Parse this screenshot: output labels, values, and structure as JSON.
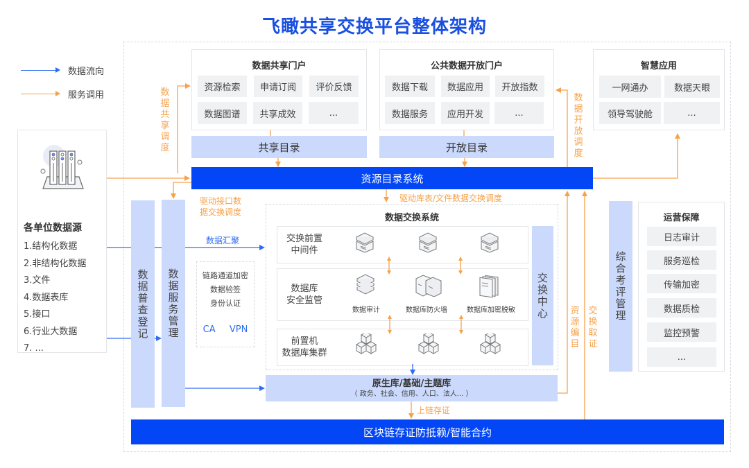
{
  "title": "飞瞰共享交换平台整体架构",
  "colors": {
    "primary_blue": "#0346f5",
    "light_blue": "#cad9fc",
    "orange": "#f7a24a",
    "flow_blue": "#2e6cf0",
    "cell_gray": "#f0f1f3"
  },
  "legend": {
    "items": [
      {
        "label": "数据流向",
        "color": "#2e6cf0"
      },
      {
        "label": "服务调用",
        "color": "#f7a24a"
      }
    ]
  },
  "sources": {
    "icon": "server-rack-icon",
    "title": "各单位数据源",
    "items": [
      "1.结构化数据",
      "2.非结构化数据",
      "3.文件",
      "4.数据表库",
      "5.接口",
      "6.行业大数据",
      "7. ..."
    ]
  },
  "share_portal": {
    "title": "数据共享门户",
    "cells": [
      "资源检索",
      "申请订阅",
      "评价反馈",
      "数据图谱",
      "共享成效",
      "..."
    ],
    "catalog": "共享目录"
  },
  "open_portal": {
    "title": "公共数据开放门户",
    "cells": [
      "数据下载",
      "数据应用",
      "开放指数",
      "数据服务",
      "应用开发",
      "..."
    ],
    "catalog": "开放目录"
  },
  "smart_apps": {
    "title": "智慧应用",
    "cells": [
      "一网通办",
      "数据天眼",
      "领导驾驶舱",
      "..."
    ]
  },
  "resource_catalog_system": "资源目录系统",
  "labels": {
    "share_dispatch": "数据共享调度",
    "open_dispatch": "数据开放调度",
    "interface_dispatch": "驱动接口数据交换调度",
    "table_dispatch": "驱动库表/文件数据交换调度",
    "data_aggregation": "数据汇聚",
    "resource_cataloging": "资源编目",
    "exchange_evidence": "交换取证",
    "chain_evidence": "上链存证"
  },
  "census": "数据普查登记",
  "service_mgmt": "数据服务管理",
  "security": {
    "items": [
      "链路通道加密",
      "数据验签",
      "身份认证"
    ],
    "protocols": [
      "CA",
      "VPN"
    ]
  },
  "exchange_system": {
    "title": "数据交换系统",
    "rows": [
      {
        "label": "交换前置中间件",
        "icons": [
          "middleware-server-icon",
          "middleware-server-icon",
          "middleware-server-icon"
        ],
        "captions": []
      },
      {
        "label": "数据库安全监管",
        "icons": [
          "data-audit-icon",
          "db-firewall-icon",
          "db-encrypt-mask-icon"
        ],
        "captions": [
          "数据审计",
          "数据库防火墙",
          "数据库加密脱敏"
        ]
      },
      {
        "label": "前置机数据库集群",
        "icons": [
          "cube-cluster-icon",
          "cube-cluster-icon",
          "cube-cluster-icon"
        ],
        "captions": []
      }
    ],
    "row_label_lines": [
      [
        "交换前置",
        "中间件"
      ],
      [
        "数据库",
        "安全监管"
      ],
      [
        "前置机",
        "数据库集群"
      ]
    ],
    "exchange_center": "交换中心"
  },
  "base_db": {
    "title": "原生库/基础/主题库",
    "subtitle": "（ 政务、社会、信用、人口、法人... ）"
  },
  "blockchain": "区块链存证防抵赖/智能合约",
  "evaluation": "综合考评管理",
  "ops": {
    "title": "运营保障",
    "items": [
      "日志审计",
      "服务巡检",
      "传输加密",
      "数据质检",
      "监控预警",
      "..."
    ]
  }
}
